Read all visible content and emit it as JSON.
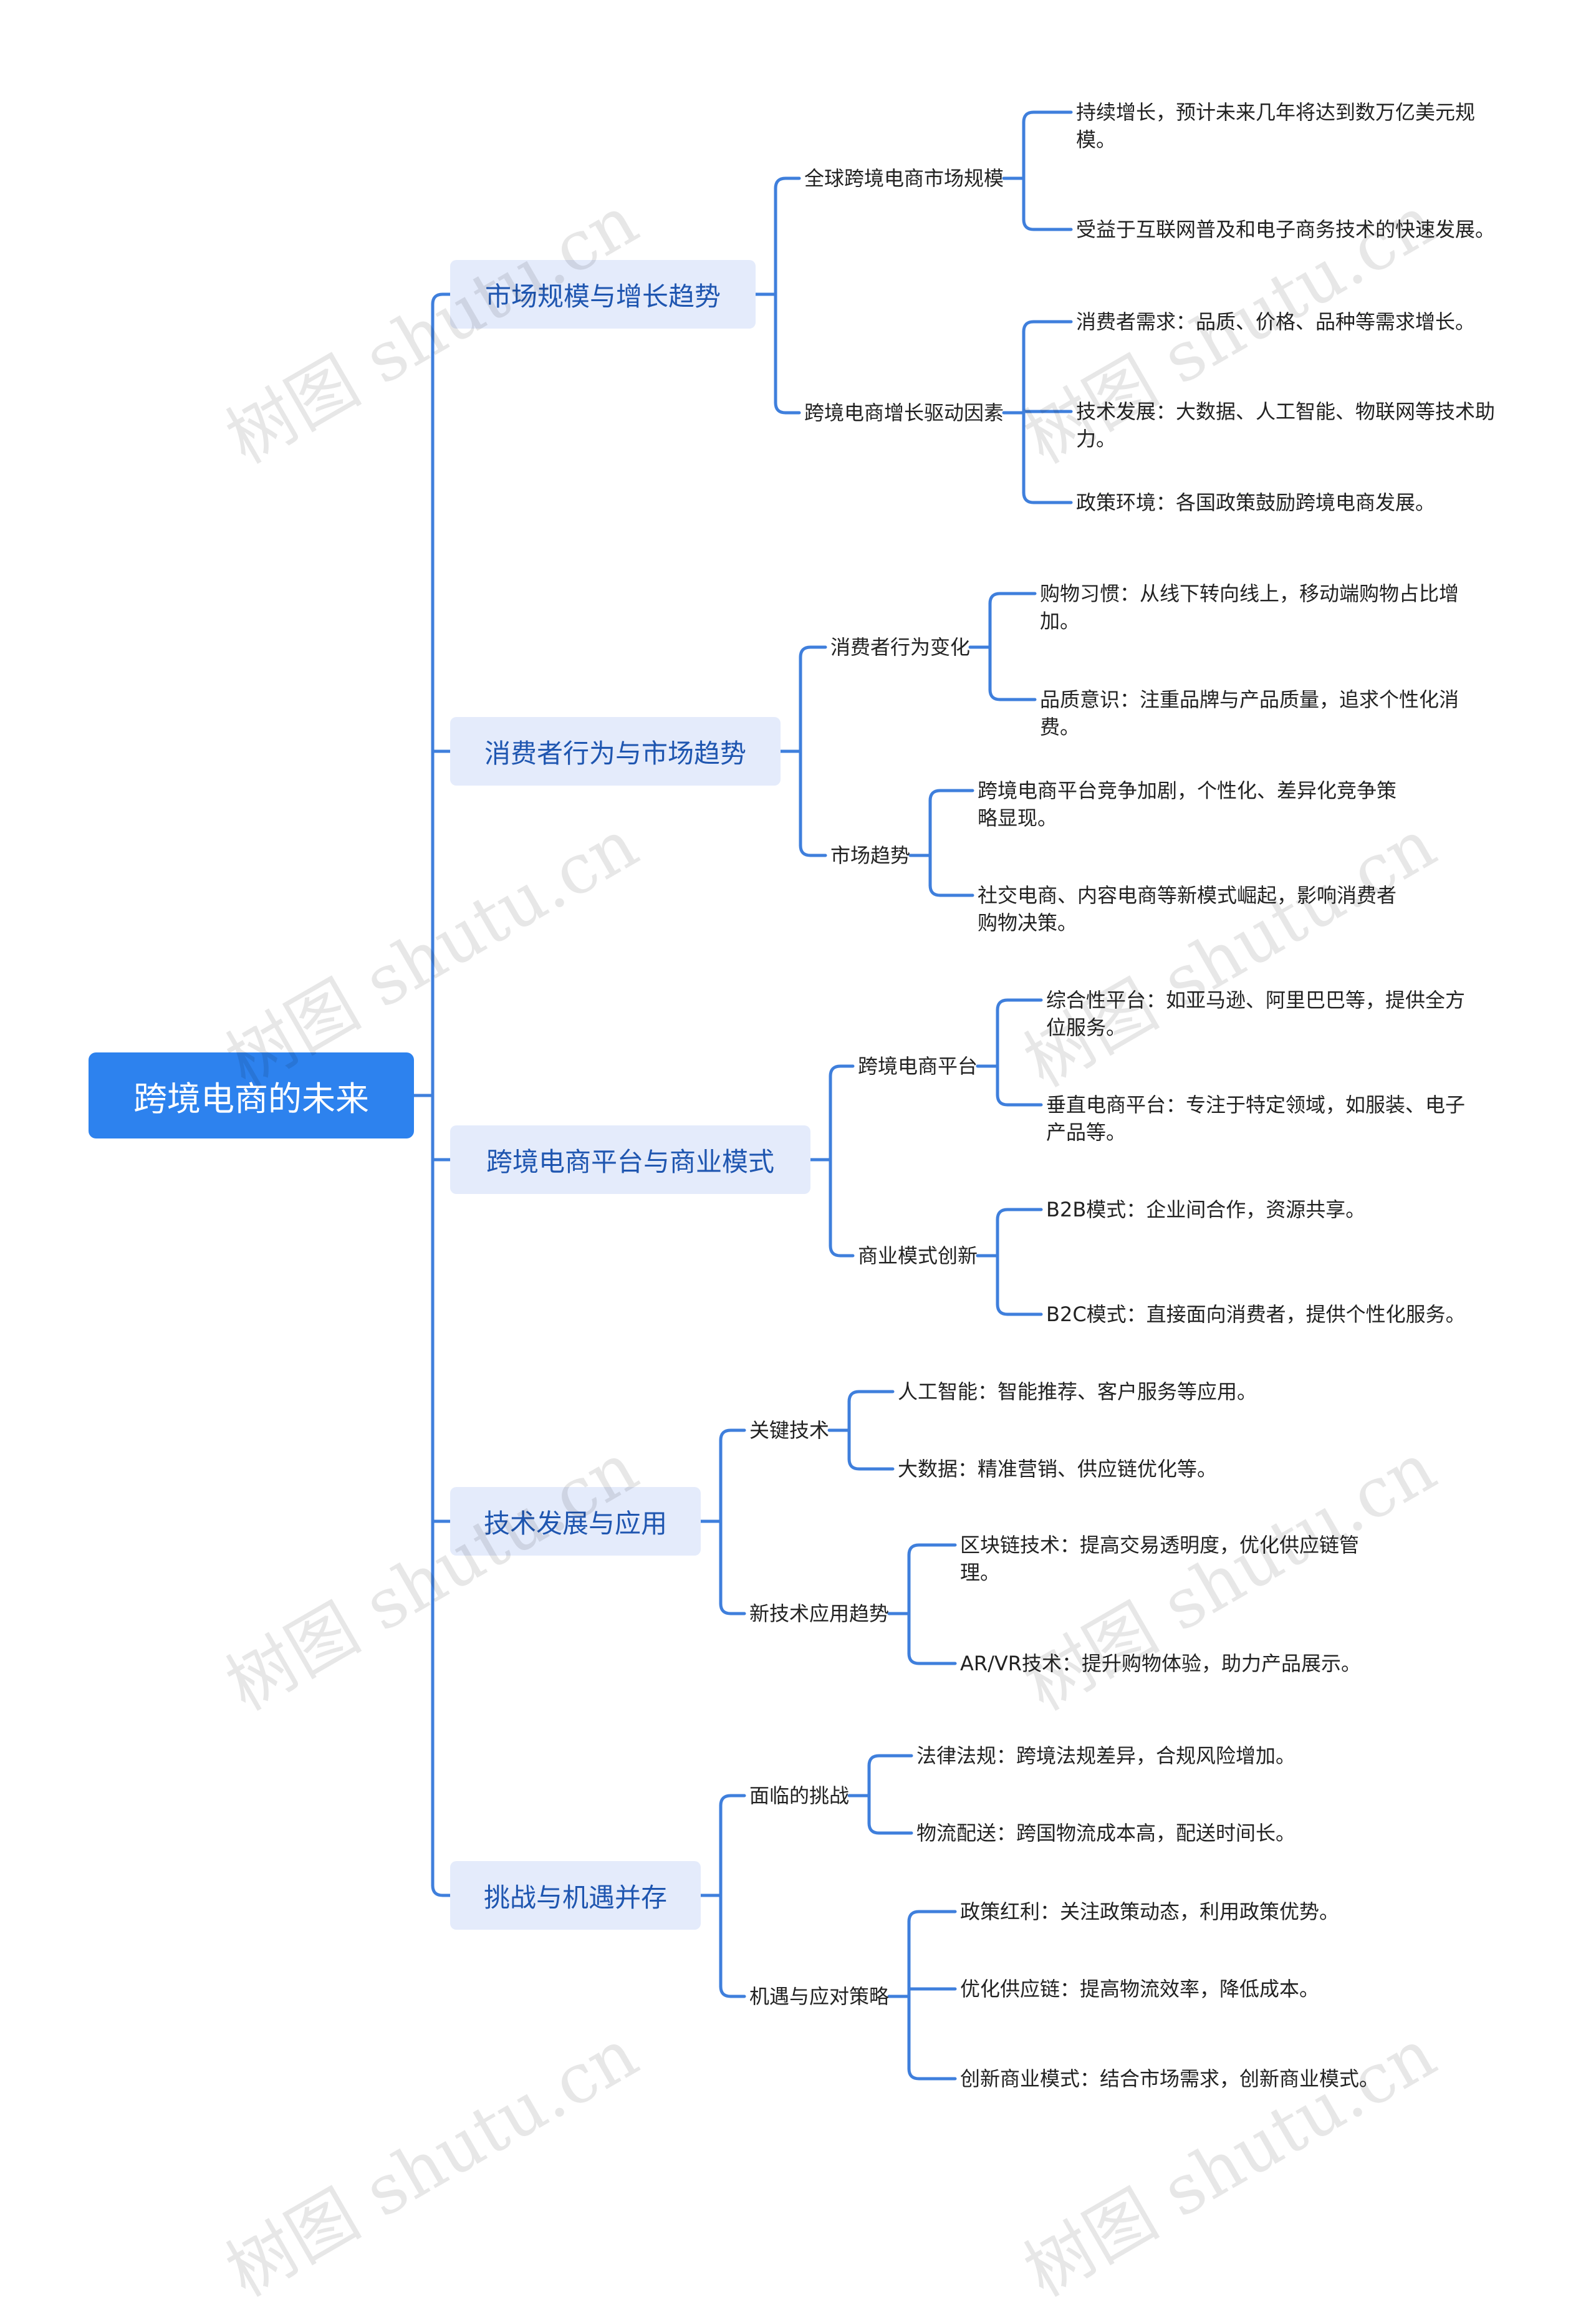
{
  "root": "跨境电商的未来",
  "watermark": "树图 shutu.cn",
  "branches": [
    {
      "label": "市场规模与增长趋势",
      "children": [
        {
          "label": "全球跨境电商市场规模",
          "leaves": [
            "持续增长，预计未来几年将达到数万亿美元规模。",
            "受益于互联网普及和电子商务技术的快速发展。"
          ]
        },
        {
          "label": "跨境电商增长驱动因素",
          "leaves": [
            "消费者需求：品质、价格、品种等需求增长。",
            "技术发展：大数据、人工智能、物联网等技术助力。",
            "政策环境：各国政策鼓励跨境电商发展。"
          ]
        }
      ]
    },
    {
      "label": "消费者行为与市场趋势",
      "children": [
        {
          "label": "消费者行为变化",
          "leaves": [
            "购物习惯：从线下转向线上，移动端购物占比增加。",
            "品质意识：注重品牌与产品质量，追求个性化消费。"
          ]
        },
        {
          "label": "市场趋势",
          "leaves": [
            "跨境电商平台竞争加剧，个性化、差异化竞争策略显现。",
            "社交电商、内容电商等新模式崛起，影响消费者购物决策。"
          ]
        }
      ]
    },
    {
      "label": "跨境电商平台与商业模式",
      "children": [
        {
          "label": "跨境电商平台",
          "leaves": [
            "综合性平台：如亚马逊、阿里巴巴等，提供全方位服务。",
            "垂直电商平台：专注于特定领域，如服装、电子产品等。"
          ]
        },
        {
          "label": "商业模式创新",
          "leaves": [
            "B2B模式：企业间合作，资源共享。",
            "B2C模式：直接面向消费者，提供个性化服务。"
          ]
        }
      ]
    },
    {
      "label": "技术发展与应用",
      "children": [
        {
          "label": "关键技术",
          "leaves": [
            "人工智能：智能推荐、客户服务等应用。",
            "大数据：精准营销、供应链优化等。"
          ]
        },
        {
          "label": "新技术应用趋势",
          "leaves": [
            "区块链技术：提高交易透明度，优化供应链管理。",
            "AR/VR技术：提升购物体验，助力产品展示。"
          ]
        }
      ]
    },
    {
      "label": "挑战与机遇并存",
      "children": [
        {
          "label": "面临的挑战",
          "leaves": [
            "法律法规：跨境法规差异，合规风险增加。",
            "物流配送：跨国物流成本高，配送时间长。"
          ]
        },
        {
          "label": "机遇与应对策略",
          "leaves": [
            "政策红利：关注政策动态，利用政策优势。",
            "优化供应链：提高物流效率，降低成本。",
            "创新商业模式：结合市场需求，创新商业模式。"
          ]
        }
      ]
    }
  ]
}
